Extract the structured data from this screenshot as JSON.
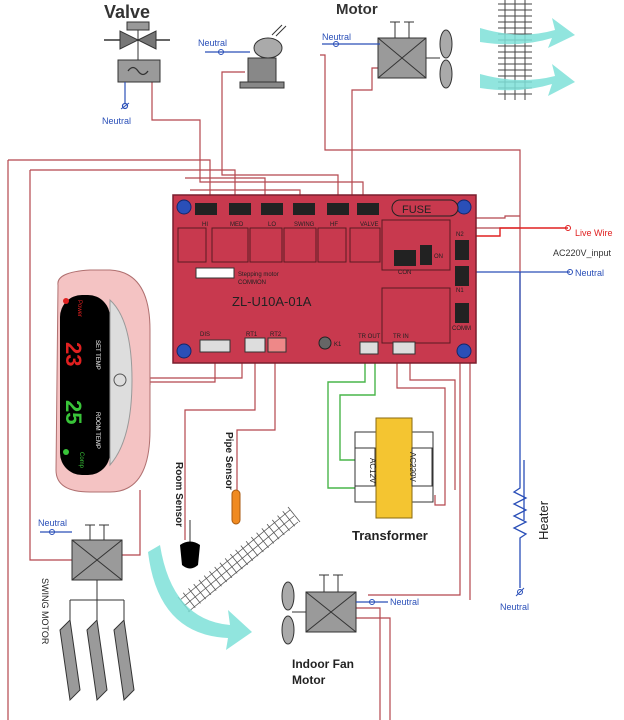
{
  "titles": {
    "valve": "Valve",
    "motor": "Motor",
    "transformer": "Transformer",
    "indoor_fan_line1": "Indoor Fan",
    "indoor_fan_line2": "Motor",
    "heater": "Heater",
    "swing_motor": "SWING MOTOR",
    "room_sensor": "Room Sensor",
    "pipe_sensor": "Pipe Sensor"
  },
  "neutral_labels": {
    "valve": "Neutral",
    "pump": "Neutral",
    "motor": "Neutral",
    "swing": "Neutral",
    "fan": "Neutral",
    "heater": "Neutral",
    "main": "Neutral"
  },
  "power": {
    "live": "Live Wire",
    "input": "AC220V_input"
  },
  "board": {
    "model": "ZL-U10A-01A",
    "fuse": "FUSE",
    "relay_labels": [
      "HI",
      "MED",
      "LO",
      "SWING",
      "HF",
      "VALVE"
    ],
    "stepping_line1": "Stepping motor",
    "stepping_line2": "COMMON",
    "con": "CON",
    "on": "ON",
    "n2": "N2",
    "n1": "N1",
    "comm": "COMM",
    "disp": "DIS",
    "rt1": "RT1",
    "rt2": "RT2",
    "k1": "K1",
    "tr_out": "TR OUT",
    "tr_in": "TR IN"
  },
  "panel": {
    "power": "Power",
    "set_temp": "SET TEMP",
    "room_temp": "ROOM TEMP",
    "comp": "Comp",
    "set_value": "23",
    "room_value": "25"
  },
  "transformer": {
    "ac12": "AC12V",
    "ac220": "AC220V"
  },
  "colors": {
    "board": "#c8394e",
    "wire_red": "#b5464e",
    "wire_green": "#49b54a",
    "wire_blue": "#2a4fb8",
    "live_red": "#e02020",
    "teal": "#7ee0d8",
    "transformer": "#f4c531"
  }
}
